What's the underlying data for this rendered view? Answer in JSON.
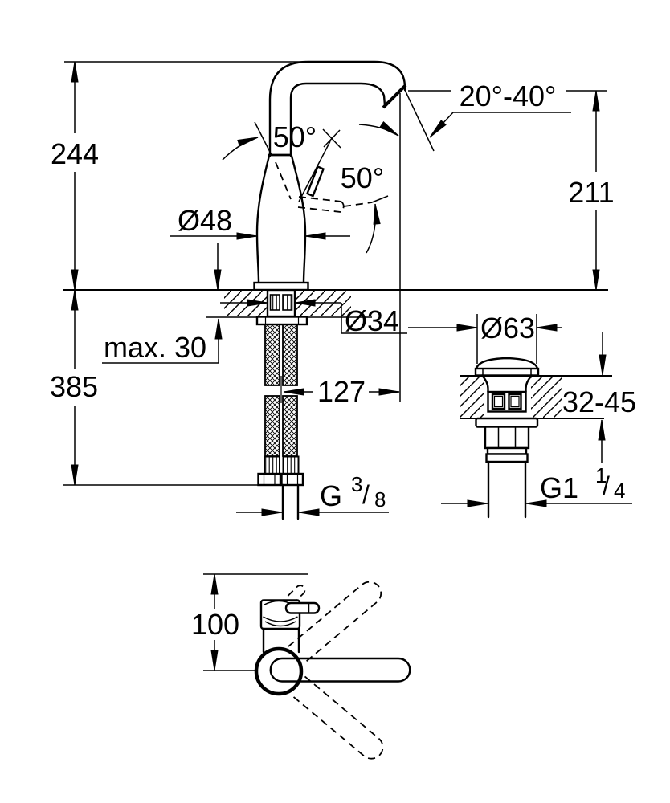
{
  "front_view": {
    "overall_height": "244",
    "outlet_height": "211",
    "outlet_angle_range": "20°-40°",
    "handle_open_angle": "50°",
    "handle_swing_angle": "50°",
    "body_diameter": "Ø48",
    "max_mounting_thickness": "max. 30",
    "supply_hose_length": "385",
    "mounting_hole_diameter": "Ø34",
    "spout_reach": "127",
    "supply_thread": {
      "prefix": "G",
      "numerator": "3",
      "slash": "/",
      "denominator": "8"
    }
  },
  "waste_view": {
    "cap_diameter": "Ø63",
    "basin_thickness_range": "32-45",
    "waste_thread": {
      "prefix": "G1",
      "numerator": "1",
      "slash": "/",
      "denominator": "4"
    }
  },
  "top_view": {
    "swivel_depth": "100"
  }
}
